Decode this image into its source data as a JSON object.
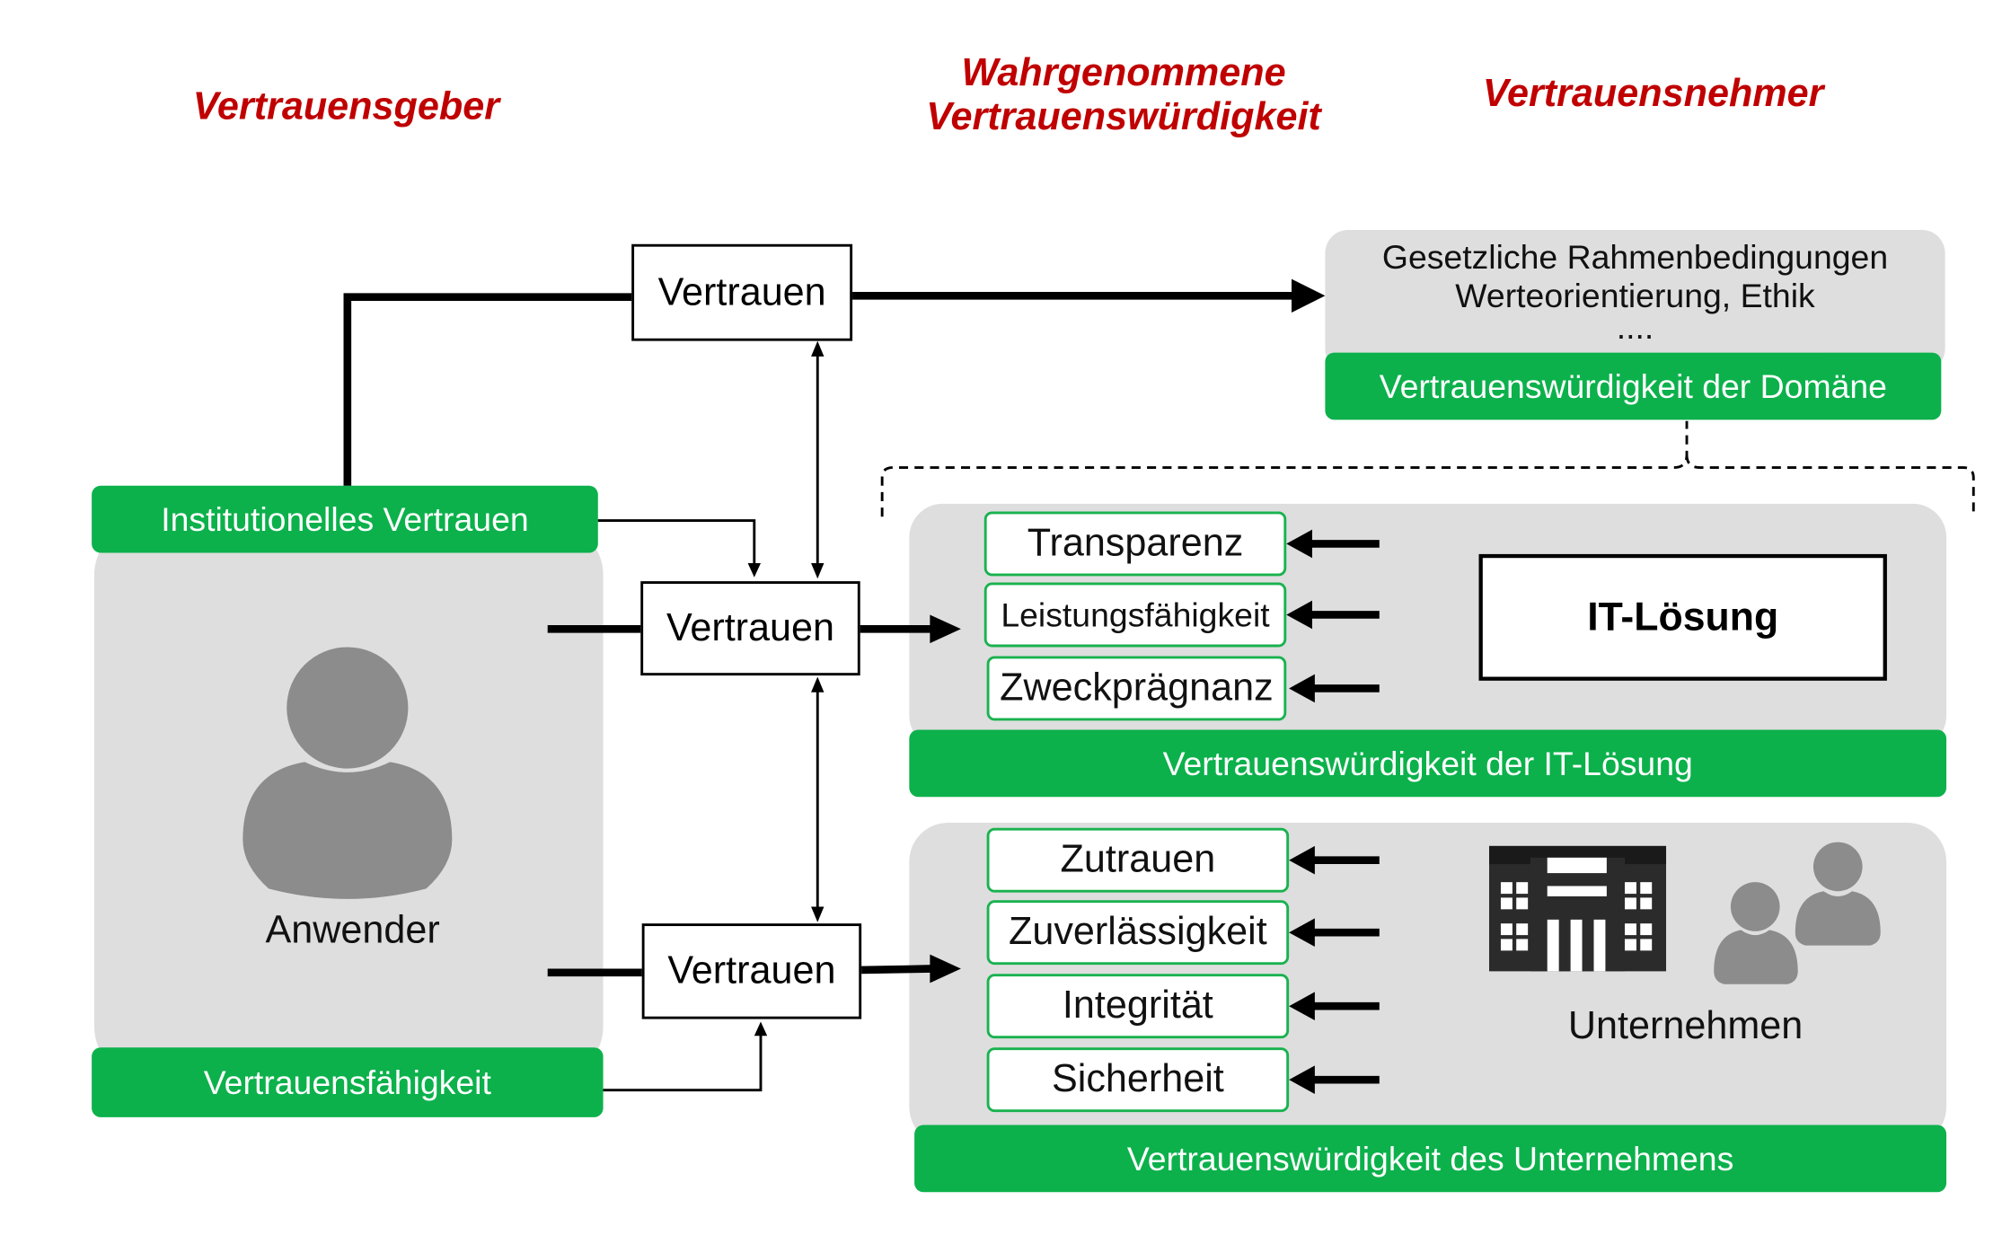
{
  "headers": {
    "trustor": "Vertrauensgeber",
    "perceived_line1": "Wahrgenommene",
    "perceived_line2": "Vertrauenswürdigkeit",
    "trustee": "Vertrauensnehmer"
  },
  "domain": {
    "line1": "Gesetzliche Rahmenbedingungen",
    "line2": "Werteorientierung, Ethik",
    "line3": "....",
    "label": "Vertrauenswürdigkeit der Domäne"
  },
  "user": {
    "institutional": "Institutionelles Vertrauen",
    "name": "Anwender",
    "capability": "Vertrauensfähigkeit"
  },
  "trust_boxes": [
    "Vertrauen",
    "Vertrauen",
    "Vertrauen"
  ],
  "it_solution": {
    "factors": [
      "Transparenz",
      "Leistungsfähigkeit",
      "Zweckprägnanz"
    ],
    "title": "IT-Lösung",
    "label": "Vertrauenswürdigkeit der IT-Lösung"
  },
  "company": {
    "factors": [
      "Zutrauen",
      "Zuverlässigkeit",
      "Integrität",
      "Sicherheit"
    ],
    "name": "Unternehmen",
    "label": "Vertrauenswürdigkeit des Unternehmens"
  },
  "colors": {
    "header_red": "#c00000",
    "green": "#0cb14b",
    "panel_gray": "#dedede",
    "icon_gray": "#8c8c8c"
  },
  "icons": [
    "person-icon",
    "office-building-icon",
    "people-group-icon"
  ]
}
